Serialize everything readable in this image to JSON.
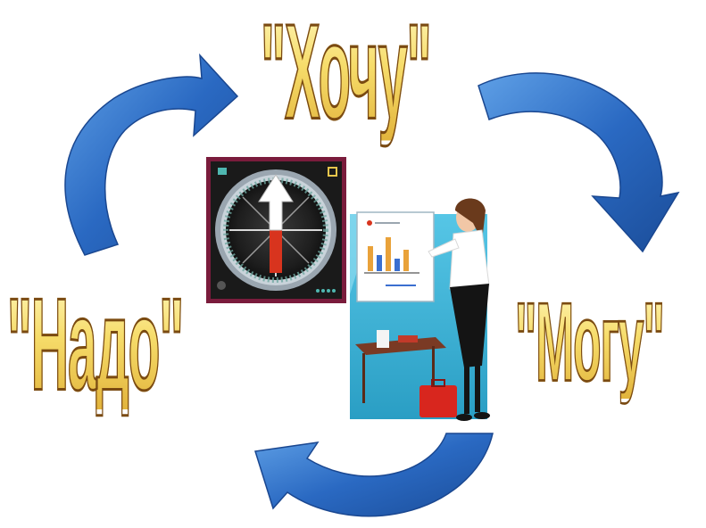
{
  "cycle": {
    "words": {
      "top": "\"Хочу\"",
      "left": "\"Надо\"",
      "right": "\"Могу\""
    },
    "arrow_color": "#2a69c2",
    "word_color": "#f0cf55",
    "word_outline_color": "#7a4a12"
  },
  "illustrations": {
    "gauge_icon": "direction-compass-icon",
    "presenter_icon": "presenter-with-chart-icon"
  }
}
